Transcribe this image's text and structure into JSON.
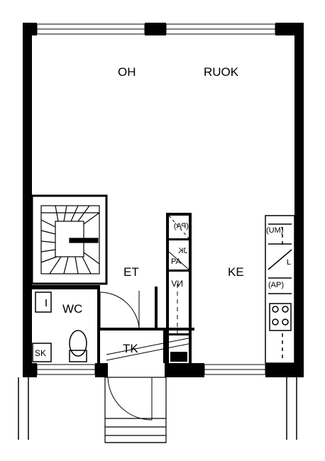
{
  "floor_plan": {
    "rooms": {
      "oh": "OH",
      "ruok": "RUOK",
      "et": "ET",
      "ke": "KE",
      "wc": "WC",
      "tk": "TK"
    },
    "fixtures": {
      "sk": "SK",
      "pa_top": "(PA)",
      "jk": "JK",
      "pa_mid": "PA",
      "nv": "NV",
      "um": "(UM)",
      "l": "L",
      "ap": "(AP)"
    },
    "colors": {
      "wall": "#000000",
      "background": "#ffffff",
      "line": "#000000"
    }
  }
}
